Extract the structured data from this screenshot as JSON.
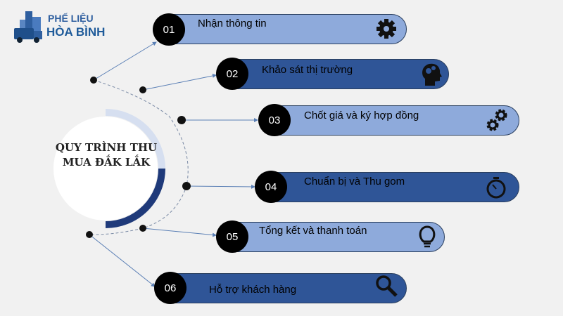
{
  "logo": {
    "line1": "PHẾ LIỆU",
    "line2": "HÒA BÌNH"
  },
  "title": "QUY TRÌNH THU MUA ĐẮK LẮK",
  "colors": {
    "background": "#f1f1f1",
    "light_bar": "#8eaadb",
    "dark_bar": "#2f5597",
    "accent_ring": "#1f3a7a",
    "ring_light": "#d6dff0"
  },
  "steps": [
    {
      "number": "01",
      "label": "Nhận thông tin",
      "icon": "gear-icon",
      "style": "light"
    },
    {
      "number": "02",
      "label": "Khảo sát thị trường",
      "icon": "head-gears-icon",
      "style": "dark"
    },
    {
      "number": "03",
      "label": "Chốt giá và ký hợp đồng",
      "icon": "gears-icon",
      "style": "light"
    },
    {
      "number": "04",
      "label": "Chuẩn bị và Thu gom",
      "icon": "stopwatch-icon",
      "style": "dark"
    },
    {
      "number": "05",
      "label": "Tổng kết và thanh toán",
      "icon": "lightbulb-icon",
      "style": "light"
    },
    {
      "number": "06",
      "label": "Hỗ trợ khách hàng",
      "icon": "magnifier-icon",
      "style": "dark"
    }
  ]
}
